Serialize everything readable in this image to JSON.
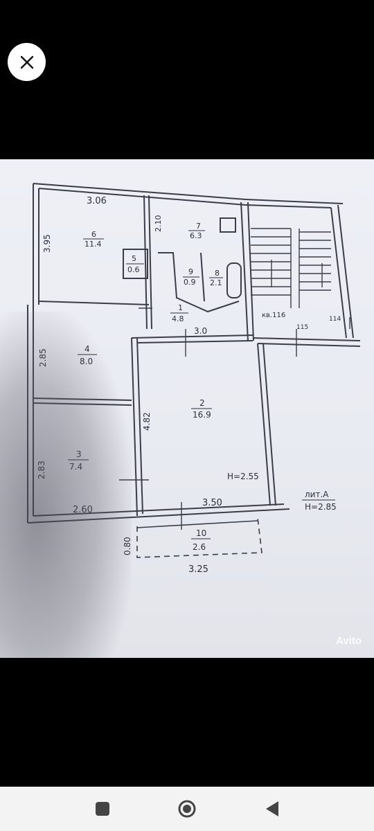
{
  "floorplan": {
    "dimensions": {
      "top_width": "3.06",
      "left_upper": "3.95",
      "room6_height": "2.10",
      "left_mid": "2.85",
      "left_lower": "2.83",
      "bottom_left": "2.60",
      "hall_width": "3.0",
      "room2_height": "4.82",
      "bottom_right": "3.50",
      "balcony_depth": "0.80",
      "balcony_width": "3.25"
    },
    "rooms": [
      {
        "num": "6",
        "area": "11.4"
      },
      {
        "num": "7",
        "area": "6.3"
      },
      {
        "num": "5",
        "area": "0.6"
      },
      {
        "num": "9",
        "area": "0.9"
      },
      {
        "num": "8",
        "area": "2.1"
      },
      {
        "num": "1",
        "area": "4.8"
      },
      {
        "num": "4",
        "area": "8.0"
      },
      {
        "num": "2",
        "area": "16.9"
      },
      {
        "num": "3",
        "area": "7.4"
      },
      {
        "num": "10",
        "area": "2.6"
      }
    ],
    "labels": {
      "apt": "кв.116",
      "apt_114": "114",
      "apt_115": "115",
      "height_room": "H=2.55",
      "lit": "лит.А",
      "height_total": "H=2.85"
    }
  },
  "watermark": "Avito",
  "nav": {
    "close_icon": "close-icon",
    "recents_icon": "square-icon",
    "home_icon": "circle-icon",
    "back_icon": "triangle-back-icon"
  }
}
